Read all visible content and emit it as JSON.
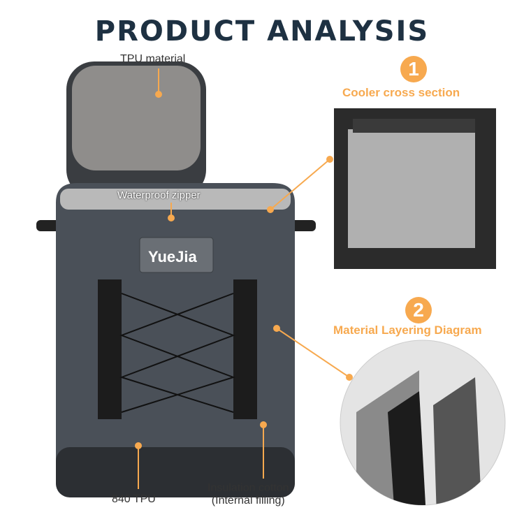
{
  "title": "PRODUCT ANALYSIS",
  "labels": {
    "tpu_material": "TPU material",
    "waterproof_zipper": "Waterproof zipper",
    "tpu_840": "840 TPU",
    "insulation_line1": "Insulation cotton",
    "insulation_line2": "(Internal filling)"
  },
  "brand": "YueJia",
  "sections": [
    {
      "number": "1",
      "title": "Cooler cross section"
    },
    {
      "number": "2",
      "title": "Material Layering Diagram"
    }
  ],
  "colors": {
    "accent": "#f7a94f",
    "title": "#1e3142",
    "bag": "#4a5058"
  }
}
